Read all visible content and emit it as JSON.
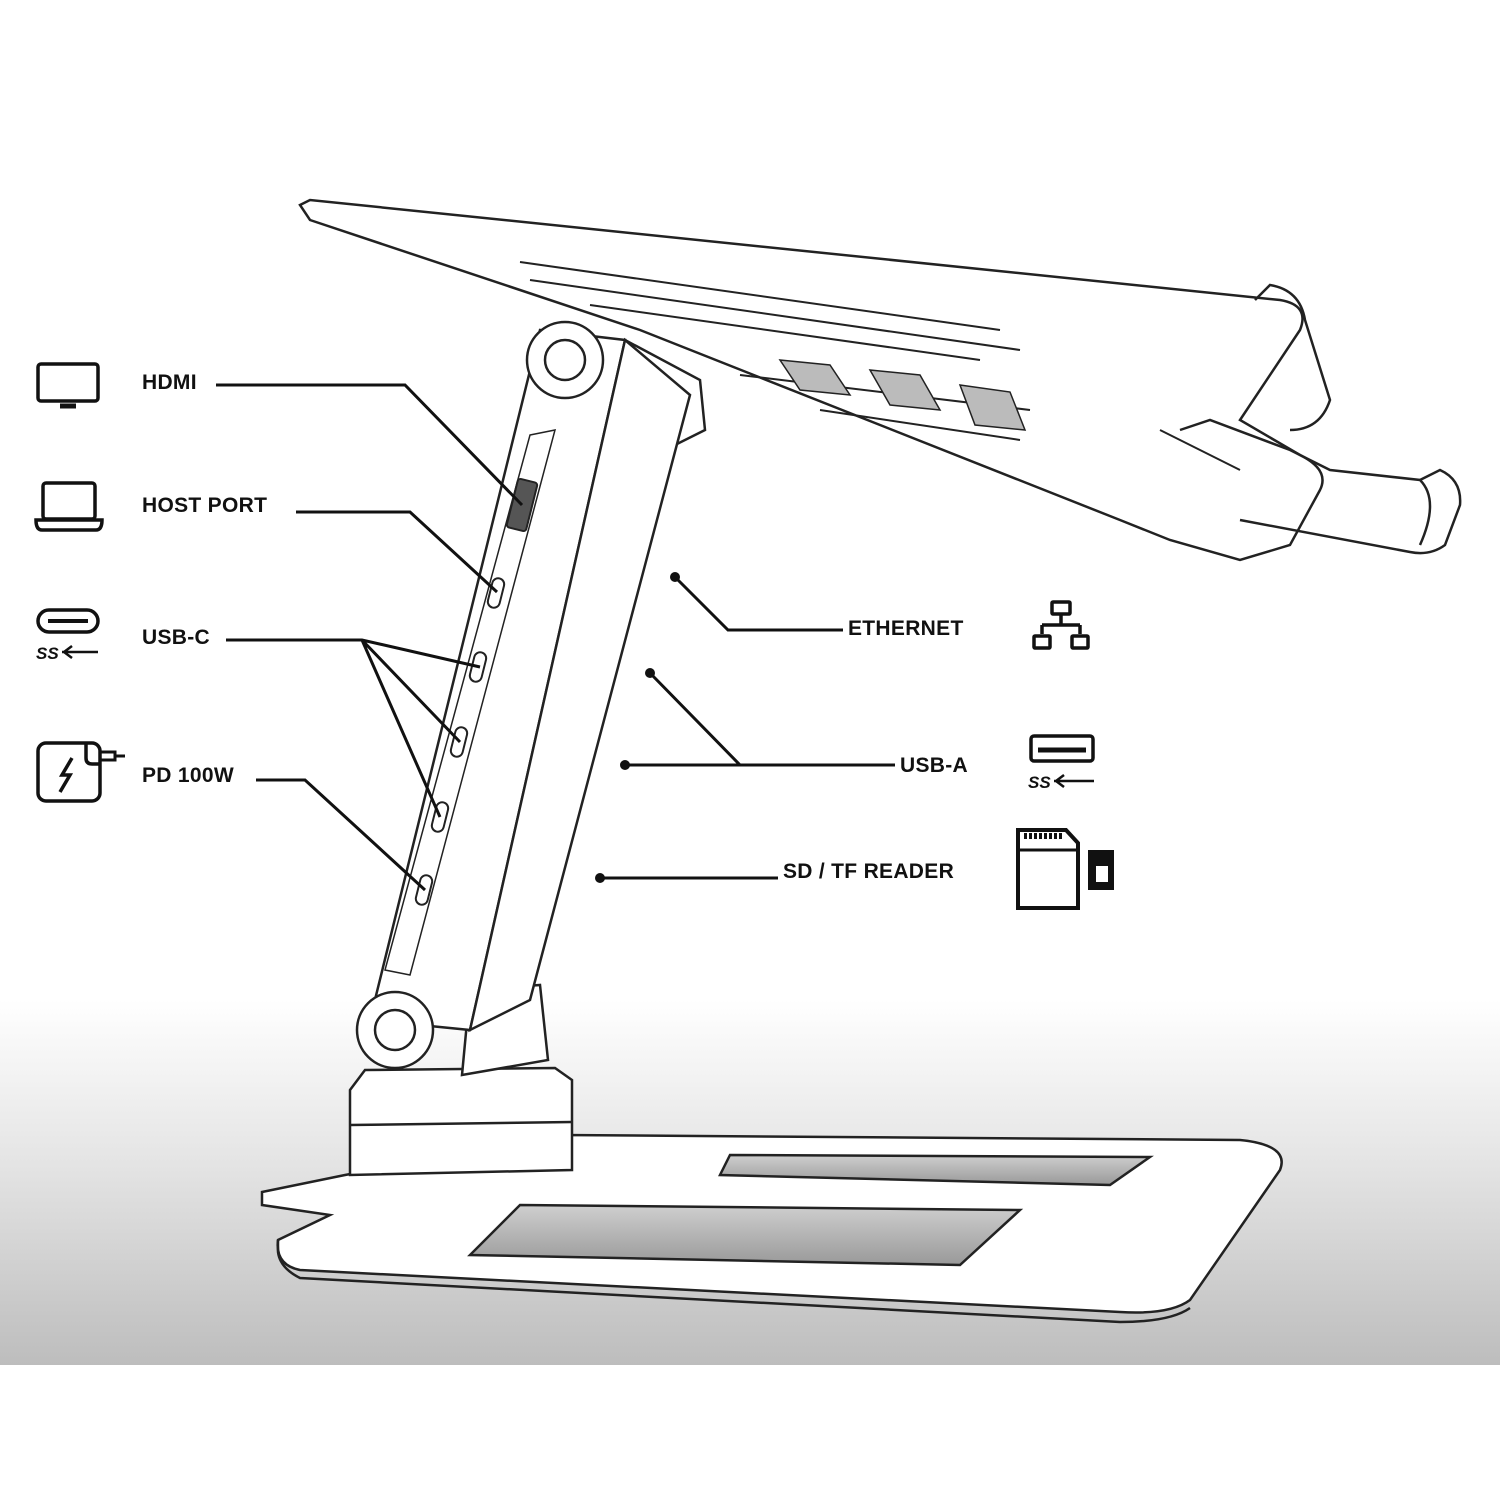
{
  "left_labels": {
    "hdmi": {
      "label": "HDMI",
      "icon": "monitor-icon"
    },
    "host_port": {
      "label": "HOST PORT",
      "icon": "laptop-icon"
    },
    "usb_c": {
      "label": "USB-C",
      "icon": "usb-c-superspeed-icon"
    },
    "pd": {
      "label": "PD 100W",
      "icon": "power-adapter-icon"
    }
  },
  "right_labels": {
    "ethernet": {
      "label": "ETHERNET",
      "icon": "network-icon"
    },
    "usb_a": {
      "label": "USB-A",
      "icon": "usb-a-superspeed-icon"
    },
    "sd": {
      "label": "SD / TF READER",
      "icon": "sd-card-icon"
    }
  },
  "colors": {
    "line": "#111111",
    "shade": "#c8c8c8",
    "background": "#ffffff"
  }
}
